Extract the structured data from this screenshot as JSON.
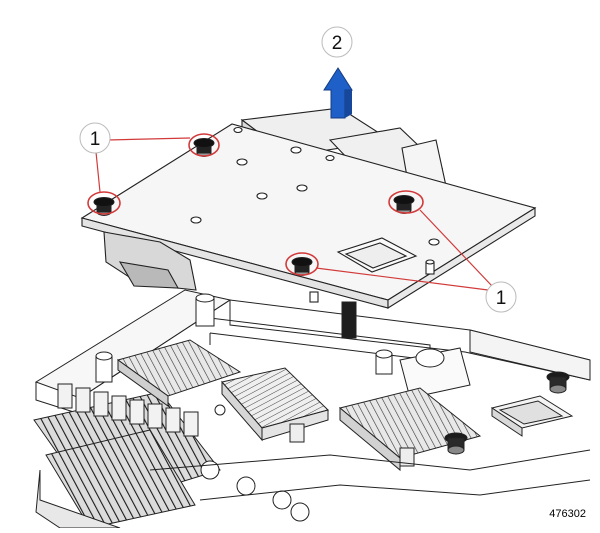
{
  "callouts": {
    "screws_left": "1",
    "screws_right": "1",
    "lift_direction": "2"
  },
  "figure_number": "476302",
  "colors": {
    "screw_highlight": "#d23a3a",
    "lift_arrow": "#1f5fc8",
    "line_art": "#222222",
    "board_fill": "#f4f4f4"
  }
}
